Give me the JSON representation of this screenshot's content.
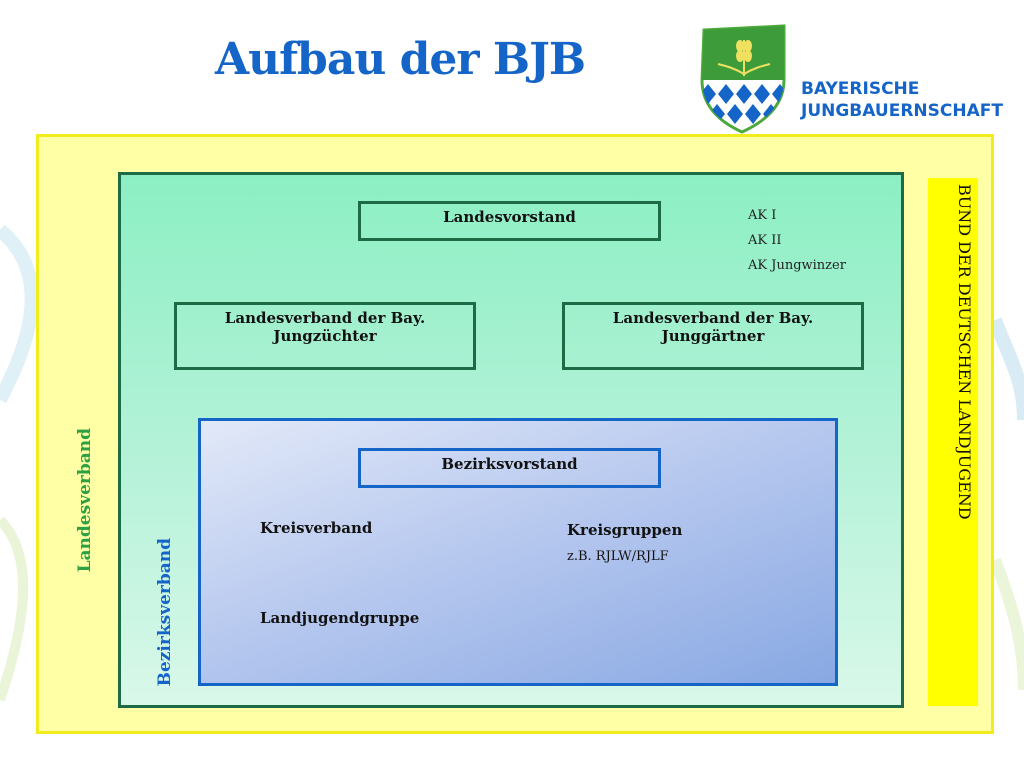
{
  "slide": {
    "title": "Aufbau der BJB"
  },
  "logo": {
    "line1": "BAYERISCHE",
    "line2": "JUNGBAUERNSCHAFT"
  },
  "diagram": {
    "outer_label": "BUND DER DEUTSCHEN LANDJUGEND",
    "landesverband_label": "Landesverband",
    "landesvorstand": "Landesvorstand",
    "working_groups": [
      "AK I",
      "AK II",
      "AK Jungwinzer"
    ],
    "jungzuechter": "Landesverband der Bay. Jungzüchter",
    "junggaertner": "Landesverband der Bay. Junggärtner",
    "bezirksverband_label": "Bezirksverband",
    "bezirksvorstand": "Bezirksvorstand",
    "kreisverband": "Kreisverband",
    "kreisgruppen": "Kreisgruppen",
    "kreisgruppen_example": "z.B. RJLW/RJLF",
    "landjugendgruppe": "Landjugendgruppe"
  },
  "colors": {
    "title": "#1565c8",
    "outer_fill": "#ffffa6",
    "bund_fill": "#ffff00",
    "landes_fill": "#8cefc3",
    "landes_border": "#1d6b44",
    "bezirk_fill": "#a9bfec",
    "bezirk_border": "#1565c8",
    "landes_label": "#2ea043"
  }
}
